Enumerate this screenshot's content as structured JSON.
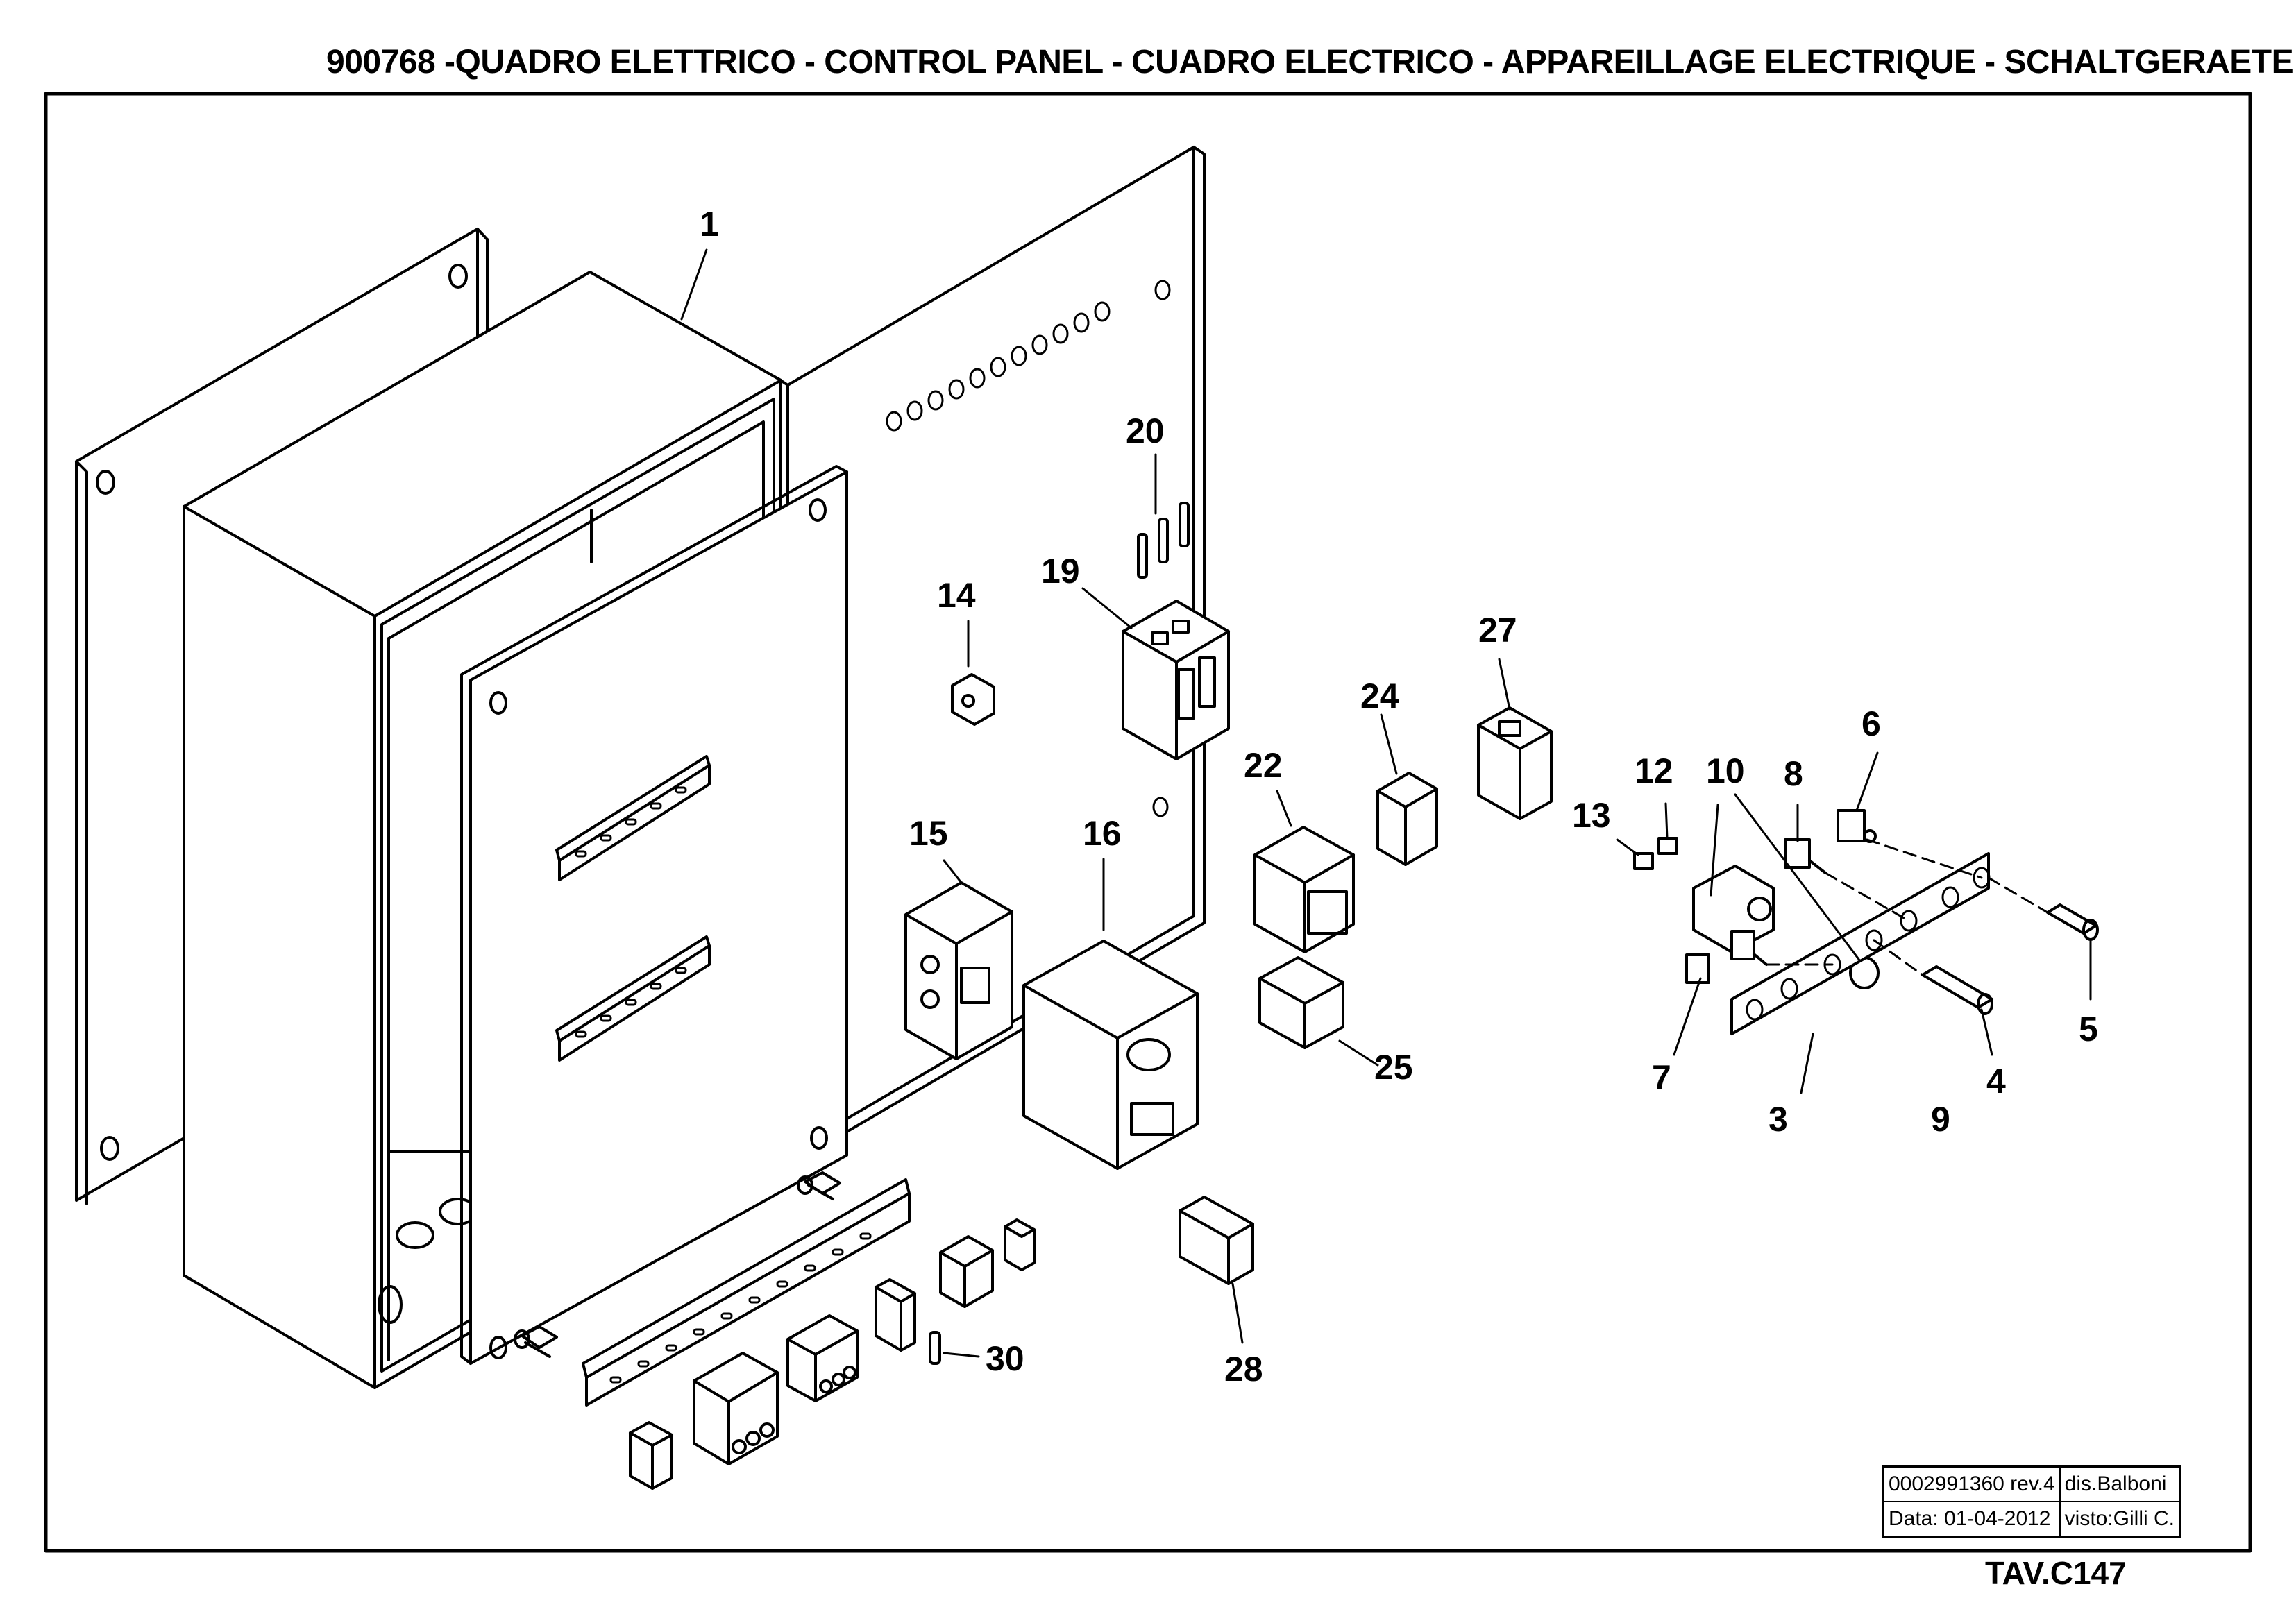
{
  "title": "900768 -QUADRO ELETTRICO - CONTROL PANEL - CUADRO ELECTRICO - APPAREILLAGE ELECTRIQUE - SCHALTGERAETE",
  "callouts": [
    {
      "id": "1",
      "label": "1"
    },
    {
      "id": "3",
      "label": "3"
    },
    {
      "id": "4",
      "label": "4"
    },
    {
      "id": "5",
      "label": "5"
    },
    {
      "id": "6",
      "label": "6"
    },
    {
      "id": "7",
      "label": "7"
    },
    {
      "id": "8",
      "label": "8"
    },
    {
      "id": "9",
      "label": "9"
    },
    {
      "id": "10",
      "label": "10"
    },
    {
      "id": "12",
      "label": "12"
    },
    {
      "id": "13",
      "label": "13"
    },
    {
      "id": "14",
      "label": "14"
    },
    {
      "id": "15",
      "label": "15"
    },
    {
      "id": "16",
      "label": "16"
    },
    {
      "id": "19",
      "label": "19"
    },
    {
      "id": "20",
      "label": "20"
    },
    {
      "id": "22",
      "label": "22"
    },
    {
      "id": "24",
      "label": "24"
    },
    {
      "id": "25",
      "label": "25"
    },
    {
      "id": "27",
      "label": "27"
    },
    {
      "id": "28",
      "label": "28"
    },
    {
      "id": "30",
      "label": "30"
    }
  ],
  "title_block": {
    "drawing_number": "0002991360 rev.4",
    "designer": "dis.Balboni",
    "date": "Data:  01-04-2012",
    "checked_by": "visto:Gilli C."
  },
  "sheet_code": "TAV.C147"
}
